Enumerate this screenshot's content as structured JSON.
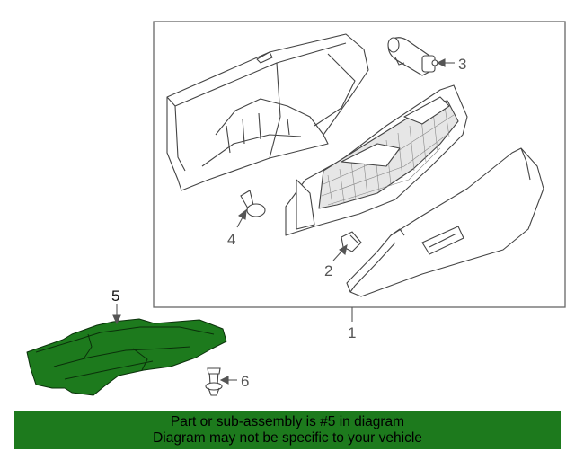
{
  "callouts": {
    "part_1": "1",
    "part_2": "2",
    "part_3": "3",
    "part_4": "4",
    "part_5": "5",
    "part_6": "6"
  },
  "banner": {
    "line1": "Part or sub-assembly is #5 in diagram",
    "line2": "Diagram may not be specific to your vehicle"
  },
  "colors": {
    "highlight_part": "#1d7a1d",
    "banner_background": "#1d7a1d",
    "outline": "#555555"
  }
}
